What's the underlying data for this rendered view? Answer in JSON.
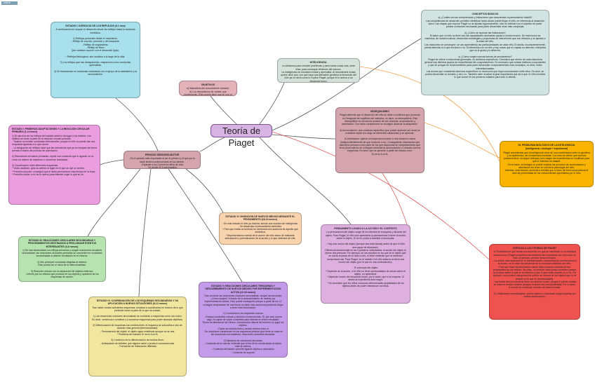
{
  "badge": "XMind",
  "central": "Teoría de Piaget",
  "colors": {
    "central": "#d7b3e4",
    "line_grey": "#555555",
    "line_orange": "#f0a04b",
    "line_red": "#e05a5a"
  },
  "nodes": {
    "objetivos": {
      "title": "OBJETIVOS",
      "body": "a) Naturaleza del conocimiento humano.\nb) Los mecanismos de cambio que experimenta. (Esto quiere decir que se nos ve como activos en el desarrollo)."
    },
    "inteligencia": {
      "title": "INTELIGENCIA.",
      "body": "La utilizamos para resolver problemas y para varias cosas más, entre ellas, para conseguir refuerzos del entorno.\nLa inteligencia se considera innata y aprendida. Al considerarla innata quiere decir que, con que haya una alteración genética al desarrollo del niño ya no sería como lo explica Piaget, porque él lo acerca a un desarrollo típico."
    },
    "desequilibrio": {
      "title": "DESEQUILIBRIO",
      "body": "Piaget defiende que el desarrollo del niño se debe a conflictos que provocan un Desajuste del equilibrio del individuo, es decir, un desequilibrio. Este desequilibrio se soluciona a través de dos técnicas: acomodación y asimilación. Con estos mecanismos se consigue alcanzar la adaptación.\n\na) Acomodación: una conducta específica (que puede aparecer por azar) se mantiene repite a lo largo de diferentes situaciones y se aprende.\n\nb) Asimilación: aplicar un esquema conocido a una situación nueva (independientemente de que funcione o no). Consiguiendo información que asimila la persona como parte de los que esquemas de comportamiento que tenía (esta adición se consigue mediante la acomodación) o creando nuevos esquemas. Es decir, que se aprende a partir del ensayo-error.\nEj: error A no B."
    },
    "conceptos": {
      "title": "CONCEPTOS BÁSICOS",
      "body": "a) ¿Cuáles son las competencias y limitaciones que caracterizan al pensamiento infantil?\nLas competencias de desarrollo permiten identificar hasta dónde puede llegar el niño, en referencia al desarrollo típico. Las etapas que expone Piaget no se ajustan rigurosamente, sólo se estiman con el objetivo de poder prestar conductas necesarias para poder desarrollar otras más complejas.\n\nb) ¿Cómo se superan las limitaciones?\nEl saber que un niño no tiene aún las capacidades necesarias ayuda a la intervención. De esta forma los maestros, de manera natural, desarrollan estrategias y propuestas de intervención que son eficaces y se ajustan a la edad del niño.\nLas relaciones se construyen; se van aprendiendo las particularidades de cada niño. El adulto, inconscientemente, presta atención a lo que funciona o no. Si interactúa con un niño y hay cosas que no captan su atención, interpreta que no le gusta y lo desecha.\n\nc) ¿Cómo surgen nuevas formas de pensamiento?\nPiaget se refiere a estructuras generales, no dominios específicos. Considera que dentro de cada estructura general hay distintos grados de especificidad del comportamiento. Es necesario que existan distintos componentes y que se pongan en funcionamiento para poder desarrollar comportamientos más complejos, es decir, redes interrelacionadas.\nLas teorías que consideran dominios específicos no reconocen que haya comunicación entre ellos. Es decir, se podría desarrollar un dominio y otro, no. También cabe recalcar la gran importancia que da a que: el niño necesita lo que ocurre en los primeros estadios para todo lo demás."
    },
    "biologico": {
      "title": "EL PROBLEMA BIOLÓGICO DE LA INTELIGENCIA",
      "subtitle": "(inteligencia = biología + experiencia)",
      "body": "Piaget considerada que la inteligencia viene de una combinación entre la genética y la experiencia, sin considerarla innatista. Con esto se refiere que muchos procesos tiene un origen biológico pero según las experiencias se modifican para que el individuo se adapte.\nPor lo tanto, la biología no puede explicar los procesos de acomodación y asimilación sin tener en cuenta la psicología del niño.\nAdemás, esta relación aumenta a medida que lo hace de forma proporcional el nivel de profundidad de los conocimientos aprendidos por el niño."
    },
    "criticas": {
      "title": "CRÍTICAS A LAS TEORÍAS DE PIAGET",
      "body": "1) Posibilidad de que exista conocimiento sin que se manifieste en la actividad sensomotora (Piaget considera esta actividad tan importante que la incluye en todo un periodo: periodo sensoriomotor).\n- La acción está separada de la representación; representación mental previa a la acción, es la clave del desarrollo de la conducta simbólica del niño.\nPara que haya representación hacen falta nociones mínimas de las propiedades de los objetos. Sin ellas, no podrían hacer juego simbólico porque no podrían saber lo que es un teléfono y que lo que están usando no lo es. Por ejemplo, una primera categorización podría ser acerca de los objetos que lo se chupan y los que no (funcionalidad).\n- Las bases del conocimiento tiene un carácter innato, porque el primer estadio se basa en reflejos innatos (aunque la teoría sea constructivista). Por lo tanto, el mundo se construye a través de bases innatas.\n\n2) Limitaciones metodológicas: pocos sujetos e importante carga subjetiva (se realiza observación)."
    },
    "pensamiento": {
      "title": "PENSAMIENTO LIGADO A LA ACCIÓN Y EL CONTEXTO",
      "body": "- La permanencia del objeto surge de los intentos de búsqueda y alcance del objeto. Para Piaget, el niño sólo aprenderá la permanencia si tiene la acción sobre el objeto. Si no no podrá ni asimilar ni acomodar.\n\n- Hay una noción del objeto (aunque sea más básica) antes de que el niño sea capaz de alcanzarlo.\nDiferencia fundamental en los 3 primeros subestadios: la acción del objeto la ejerce otra persona. Por ejemplo, en los estudios en los que se el objeto que se oculta al pasar de un lado a otro, el bebé entiende que no deberían comportarse así. Para Piaget, en el estadio II el niño todavía no tiene esa noción del objeto (por lo que es una contradicción).\n\n- El concepto del objeto:\n* Depende de la acción, si el niño no tiene oportunidades de actuar sobre el objeto, no aprenderá.\n* Depende mucho del desarrollo motor, por lo tanto, que si se esperan 12 meses la experiencia será mayor.\n* Es necesario que los niños conozcan determinadas propiedades de los objetos antes de poder interactuar con ellos."
    },
    "estadio6": {
      "title": "ESTADIO VI: INVENCIÓN DE NUEVOS MEDIOS MEDIANTE EL PENSAMIENTO (18-24 meses)",
      "body": "- En este estadio el niño ya inventa, siendo una muestra de inteligencia.\n- Se desarrolla el pensamiento simbólico.\n* Para que exista un símbolo es necesaria una ausencia de aquello que simboliza.\n* Representación mental de la acción del niño antes de realizarla: anticipación y preevaluación de la acción y lo que obtendrá de ella."
    },
    "estadio5": {
      "title": "ESTADIO V: REACCIONES CIRCULARES TERCIARIAS Y DESCUBRIMIENTO DE NUEVOS MEDIOS POR EXPERIMENTACIÓN ACTIVA (12-18 meses)",
      "body": "Tras construir las reacciones circulares secundarias, surgen las terciarias. ¿Cómo surgen? A través de la descubrimiento de medios por experimentación activa. Esto puede conseguirlo porque a partir de los 12 consigue desplazarse de una forma un tanto más autónoma pudiendo llegar a tener más información.\n\n1) Construcción de esquemas nuevos\n- Ensaya conductas nuevas y observa consecuencias. Si, por azar ocurre algo, es capaz de volver a repetirlo para obtener el mismo resultado.\nTeoría de affordance de Gibson: construcción natural del entorno en jugar los objetos.\n- Capta los medios fines y asocia medios entre sí.\n- Se introducen variaciones en los esquemas previos (que tiene su base en las reacciones secundarias): reacciones circulares terciarias.\n\n2) Ejemplos de reacciones terciarias:\n- Conducta de la cuerda: entiende que si tira de la cuerda atada al objeto, este se acerca.\n- Conducta del bastón: permite agarrar objetos y acercarlos.\n- Conducta de soporte."
    },
    "estadio4": {
      "title": "ESTADIO IV: COORDINACIÓN DE LOS ESQUEMAS SECUNDARIOS Y SU APLICACIÓN A NUEVAS SITUACIONES (8-12 meses)",
      "body": "Tras haber creado suficientes esquemas, empieza a coordinarlos en función de lo que pretende hacer a partir de lo que ha creado.\n\n1) Las reacciones circulares secundarias se combinan a esquemas como uno único. Es decir, comienza a combinar y a coordinar esquemas para poder alcanzar objetivos.\n\n2) Diferenciación de esquemas con medios-fines: el esquema se subordina a otro de carácter más general (intencionalidad).\n- Permanencia del objeto: el objeto sigue existiendo aunque no se vea.\n* Problema del estadio IV: error A no B.\n\n3) Comienzo de la diferenciación de medios-fines:\n- Anticipación de señales: que alguien actúe y producir consecuencias.\n- Formación de imitaciones diferidas."
    },
    "estadio3": {
      "title": "ESTADIO III: REACCIONES CIRCULARES SECUNDARIAS Y PROCEDIMIENTOS DESTINADOS A PROLONGAR EVENTOS INTERESANTES (4-8 meses)",
      "body": "1) Se han desarrollado los reflejos primarios y surgen reacciones circulares secundarias: las reacciones circulares primarias se convierten en conductas encaminadas a obtener resultados en el entorno.\n\n2) Hito principal: conductas dirigidas al exterior.\nEsto podría ser el inicio de la intencionalidad.\n\n3) Reacción circular con la separación de objetos externos:\n- Interés por los efectos que produce en los objetos y aparición de los esquemas de acción."
    },
    "estadio1": {
      "title": "ESTADIO I: PRIMERAS ADAPTACIONES Y LA REACCIÓN CIRCULAR PRIMARIA (1-4 meses)",
      "body": "1) El ejercicio de los reflejos del estadio anterior da lugar a los hábitos. Los hábitos se crean a partir de la reacción circular primaria.\n- Todavía no existen conductas intencionales, porque el niño no puede dar una respuesta ajustada a lo que ocurre.\n- La integración de reflejos hace que las estructuras que ya se integran de forma precisa a través del proceso de asimilación.\n\n2) Reacciones circulares primarias: repetir una conducta que le agrada; se ve como un intento de mantener o conservar resultados.\n\n3) Coordinación entre diferentes esquemas:\n* Visión-audición: girar la cabeza al lugar en el que se oye un sonido.\n* Prensión-succión: conseguir que el dedo permanezca más tiempo en la boca.\n* Prensión-visión: a mí se le acerca para intentar coger lo que se ve."
    },
    "estadio0": {
      "title": "ESTADIO I: EJERCICIO DE LOS REFLEJOS (0-1 mes)",
      "body": "A continuación se ocupan el desarrollo desde los reflejos hasta la conducta simbólica.\n\n1) Reflejos presentes desde el nacimiento.\n- Reflejo de succión, prensión y de búsqueda.\n- Reflejo de seguimiento.\n- Reflejo de Moro.\nQue cambios ocurren con el desarrollo típico.\n\n* Reflejos fisiológicos: son modelos a lo largo de la vida.\n\n2) Los reflejos que han desaparecido, reaparecen como conductas aprendidas.\n\n3) Se transforman en conductas voluntarias con el apoyo de la asimilación y la acomodación."
    },
    "sensoriomotor": {
      "title": "PERIODO SENSORIO-MOTOR",
      "body": "- Es el periodo más importante al ser el primero y el que por lo tanto tendrá consecuencias en los demás.\n- Equivale a los 2 primeros años de vida.\n- Se divide en 6 subestadios."
    }
  }
}
